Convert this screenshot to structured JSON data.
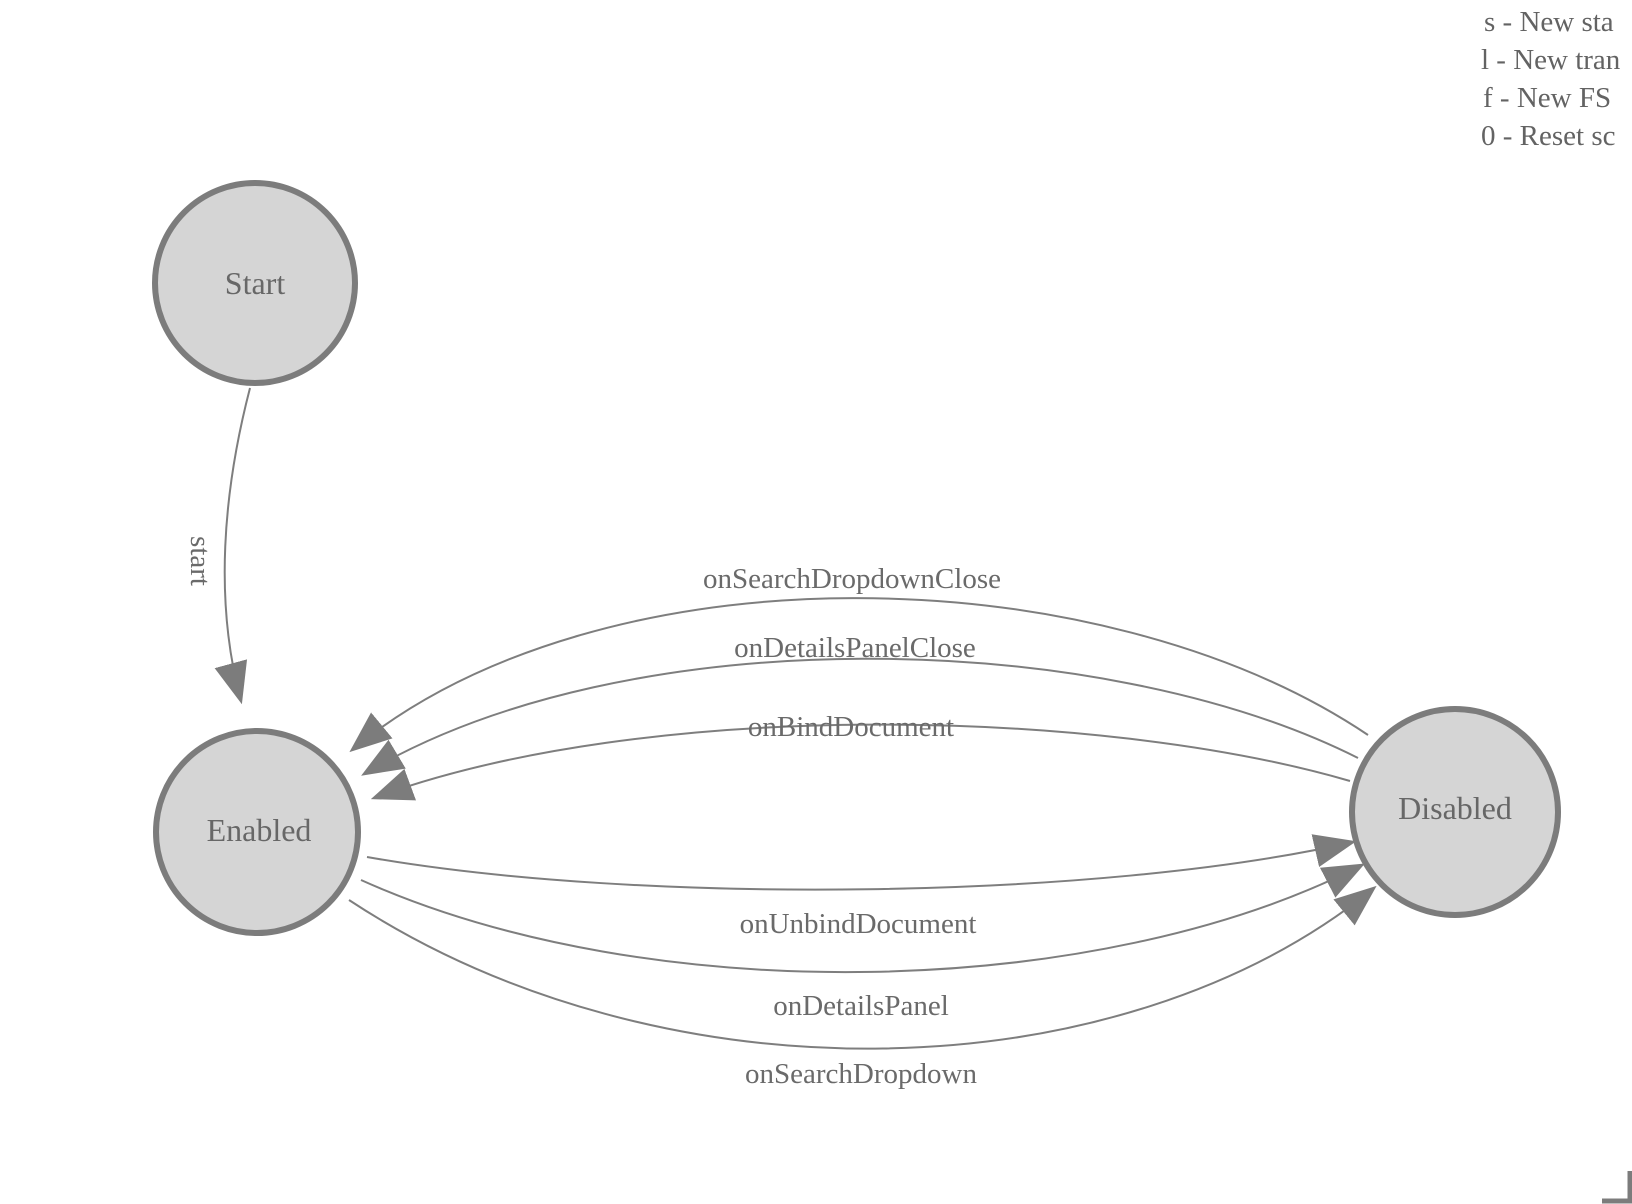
{
  "diagram": {
    "states": [
      {
        "id": "start",
        "label": "Start"
      },
      {
        "id": "enabled",
        "label": "Enabled"
      },
      {
        "id": "disabled",
        "label": "Disabled"
      }
    ],
    "transitions": [
      {
        "label": "start",
        "from": "Start",
        "to": "Enabled"
      },
      {
        "label": "onSearchDropdownClose",
        "from": "Disabled",
        "to": "Enabled"
      },
      {
        "label": "onDetailsPanelClose",
        "from": "Disabled",
        "to": "Enabled"
      },
      {
        "label": "onBindDocument",
        "from": "Disabled",
        "to": "Enabled"
      },
      {
        "label": "onUnbindDocument",
        "from": "Enabled",
        "to": "Disabled"
      },
      {
        "label": "onDetailsPanel",
        "from": "Enabled",
        "to": "Disabled"
      },
      {
        "label": "onSearchDropdown",
        "from": "Enabled",
        "to": "Disabled"
      }
    ]
  },
  "legend": {
    "items": [
      {
        "label": "s - New sta"
      },
      {
        "label": "l - New tran"
      },
      {
        "label": "f - New FS"
      },
      {
        "label": "0 - Reset sc"
      }
    ]
  },
  "colors": {
    "background": "#ffffff",
    "node_fill": "#d5d5d5",
    "node_border": "#7c7c7c",
    "edge": "#7e7e7e",
    "arrowhead": "#7c7c7c",
    "text": "#676767"
  }
}
